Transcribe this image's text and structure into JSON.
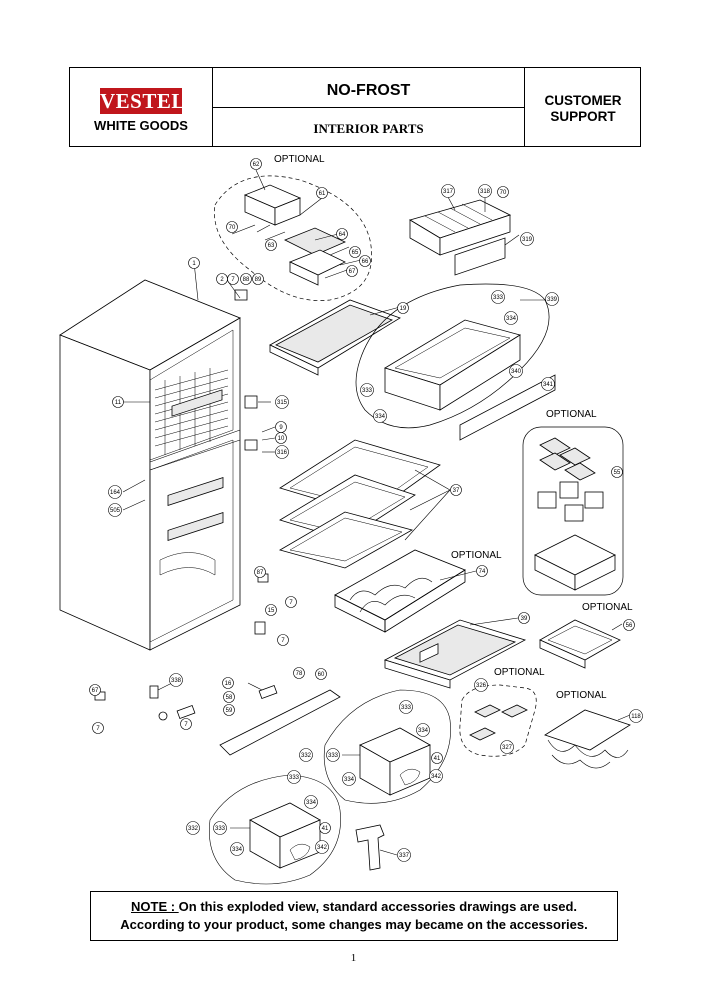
{
  "header": {
    "brand": "VESTEL",
    "brand_sub": "WHITE GOODS",
    "title": "NO-FROST",
    "subtitle": "INTERIOR PARTS",
    "support_line1": "CUSTOMER",
    "support_line2": "SUPPORT",
    "brand_color": "#c0161c"
  },
  "optional_labels": [
    "OPTIONAL",
    "OPTIONAL",
    "OPTIONAL",
    "OPTIONAL",
    "OPTIONAL",
    "OPTIONAL"
  ],
  "callouts": [
    "62",
    "61",
    "317",
    "318",
    "70",
    "70",
    "64",
    "63",
    "65",
    "66",
    "67",
    "319",
    "1",
    "2",
    "7",
    "88",
    "89",
    "19",
    "333",
    "339",
    "334",
    "340",
    "341",
    "333",
    "334",
    "11",
    "315",
    "9",
    "10",
    "316",
    "55",
    "164",
    "505",
    "37",
    "74",
    "87",
    "7",
    "15",
    "7",
    "39",
    "56",
    "326",
    "67",
    "7",
    "338",
    "16",
    "7",
    "58",
    "59",
    "78",
    "60",
    "118",
    "333",
    "334",
    "327",
    "332",
    "333",
    "41",
    "334",
    "342",
    "333",
    "334",
    "332",
    "333",
    "41",
    "334",
    "342",
    "337"
  ],
  "note": {
    "label": "NOTE : ",
    "line1": "On this exploded view, standard accessories drawings are used.",
    "line2": "According to your product, some changes may became on the accessories."
  },
  "page_number": "1"
}
